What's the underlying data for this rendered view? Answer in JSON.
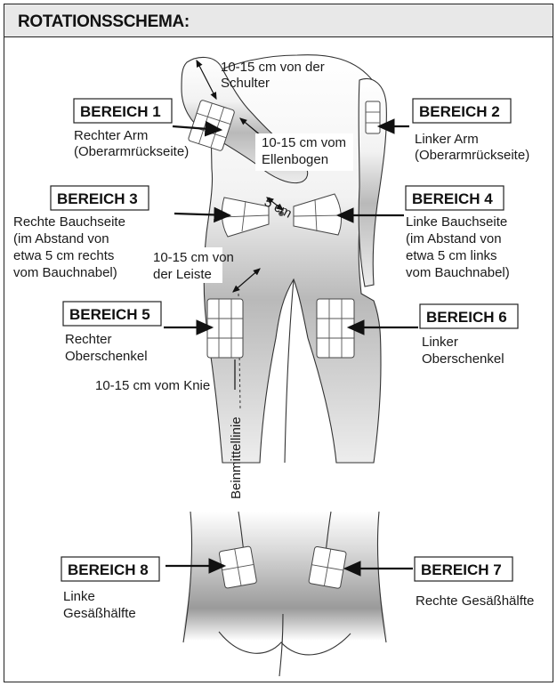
{
  "header": {
    "title": "ROTATIONSSCHEMA:"
  },
  "areas": [
    {
      "id": "1",
      "title": "BEREICH 1",
      "lines": [
        "Rechter Arm",
        "(Oberarmrückseite)"
      ]
    },
    {
      "id": "2",
      "title": "BEREICH 2",
      "lines": [
        "Linker Arm",
        "(Oberarmrückseite)"
      ]
    },
    {
      "id": "3",
      "title": "BEREICH 3",
      "lines": [
        "Rechte Bauchseite",
        "(im Abstand von",
        "etwa 5 cm rechts",
        "vom Bauchnabel)"
      ]
    },
    {
      "id": "4",
      "title": "BEREICH 4",
      "lines": [
        "Linke Bauchseite",
        "(im Abstand von",
        "etwa 5 cm links",
        "vom Bauchnabel)"
      ]
    },
    {
      "id": "5",
      "title": "BEREICH 5",
      "lines": [
        "Rechter",
        "Oberschenkel"
      ]
    },
    {
      "id": "6",
      "title": "BEREICH 6",
      "lines": [
        "Linker",
        "Oberschenkel"
      ]
    },
    {
      "id": "7",
      "title": "BEREICH 7",
      "lines": [
        "Rechte Gesäßhälfte"
      ]
    },
    {
      "id": "8",
      "title": "BEREICH 8",
      "lines": [
        "Linke",
        "Gesäßhälfte"
      ]
    }
  ],
  "annotations": {
    "shoulder": [
      "10-15 cm von der",
      "Schulter"
    ],
    "elbow": [
      "10-15 cm vom",
      "Ellenbogen"
    ],
    "navel_distance": "5 cm",
    "groin": [
      "10-15 cm von",
      "der Leiste"
    ],
    "knee": "10-15 cm vom Knie",
    "leg_midline": "Beinmittellinie"
  }
}
